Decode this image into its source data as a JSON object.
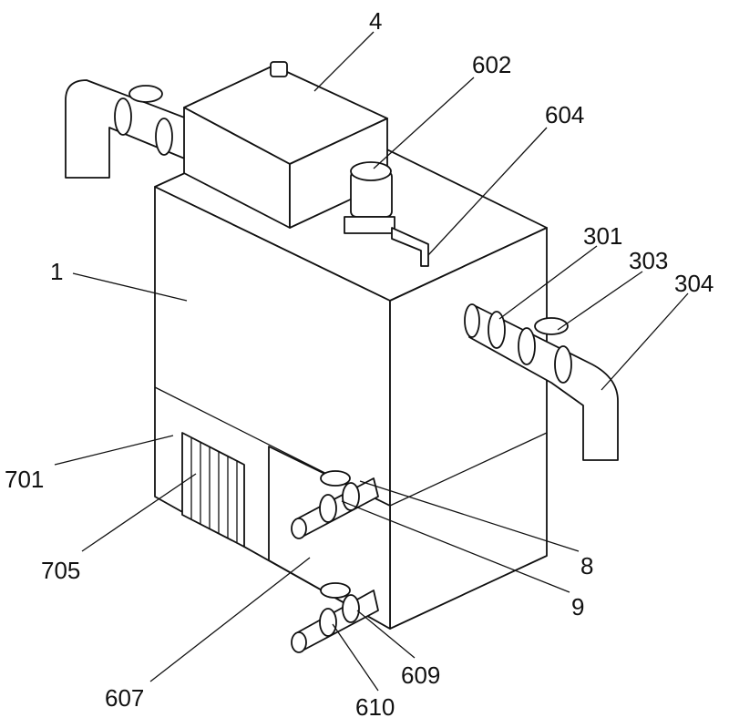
{
  "labels": {
    "tank_top": "4",
    "motor": "602",
    "outlet_pipe": "604",
    "tank_body": "1",
    "inlet_pipe": "301",
    "valve": "303",
    "elbow_pipe": "304",
    "lower_housing": "701",
    "vent_grille": "705",
    "upper_drain": "8",
    "upper_valve": "9",
    "lower_valve": "609",
    "door_panel": "607",
    "lower_drain": "610"
  }
}
